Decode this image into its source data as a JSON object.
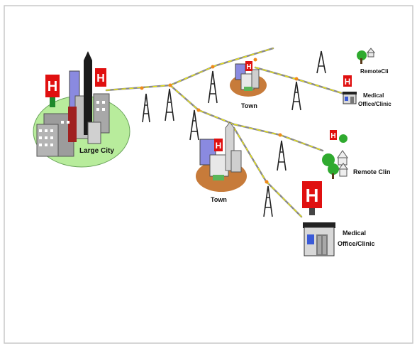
{
  "nodes": {
    "large_city": {
      "label": "Large City"
    },
    "town_upper": {
      "label": "Town"
    },
    "town_lower": {
      "label": "Town"
    },
    "remote_upper": {
      "label": "RemoteCli"
    },
    "remote_lower": {
      "label": "Remote Clin"
    },
    "clinic_upper": {
      "label_line1": "Medical",
      "label_line2": "Office/Clinic"
    },
    "clinic_lower": {
      "label_line1": "Medical",
      "label_line2": "Office/Clinic"
    }
  },
  "hospital_sign_letter": "H",
  "colors": {
    "hospital_red": "#e01010",
    "land_green": "#b8ec9c",
    "town_ground": "#c77b3a",
    "tower_black": "#222222",
    "link_yellow": "#f4f000",
    "link_gray": "#8a8a8a",
    "tree_green": "#2faa2f"
  }
}
